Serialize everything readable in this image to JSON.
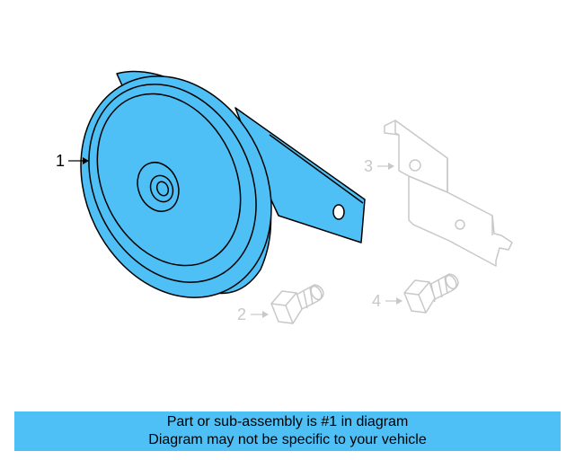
{
  "callouts": {
    "c1": "1",
    "c2": "2",
    "c3": "3",
    "c4": "4"
  },
  "banner": {
    "line1": "Part or sub-assembly is #1 in diagram",
    "line2": "Diagram may not be specific to your vehicle"
  },
  "colors": {
    "highlight": "#4fc0f5",
    "inactive_lines": "#c8c8c8",
    "outline": "#000000"
  }
}
